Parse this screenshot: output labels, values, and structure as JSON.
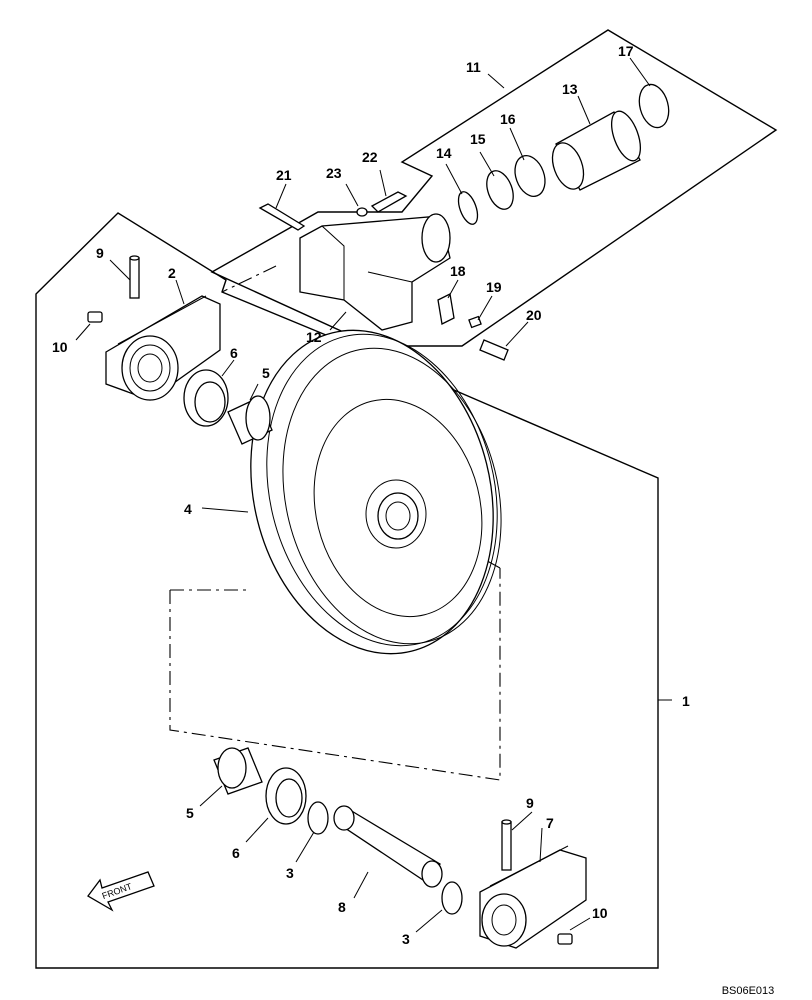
{
  "drawing_code": "BS06E013",
  "direction_label": "FRONT",
  "callouts": {
    "c1": "1",
    "c2": "2",
    "c3a": "3",
    "c3b": "3",
    "c4": "4",
    "c5a": "5",
    "c5b": "5",
    "c6a": "6",
    "c6b": "6",
    "c7": "7",
    "c8": "8",
    "c9a": "9",
    "c9b": "9",
    "c10a": "10",
    "c10b": "10",
    "c11": "11",
    "c12": "12",
    "c13": "13",
    "c14": "14",
    "c15": "15",
    "c16": "16",
    "c17": "17",
    "c18": "18",
    "c19": "19",
    "c20": "20",
    "c21": "21",
    "c22": "22",
    "c23": "23"
  }
}
